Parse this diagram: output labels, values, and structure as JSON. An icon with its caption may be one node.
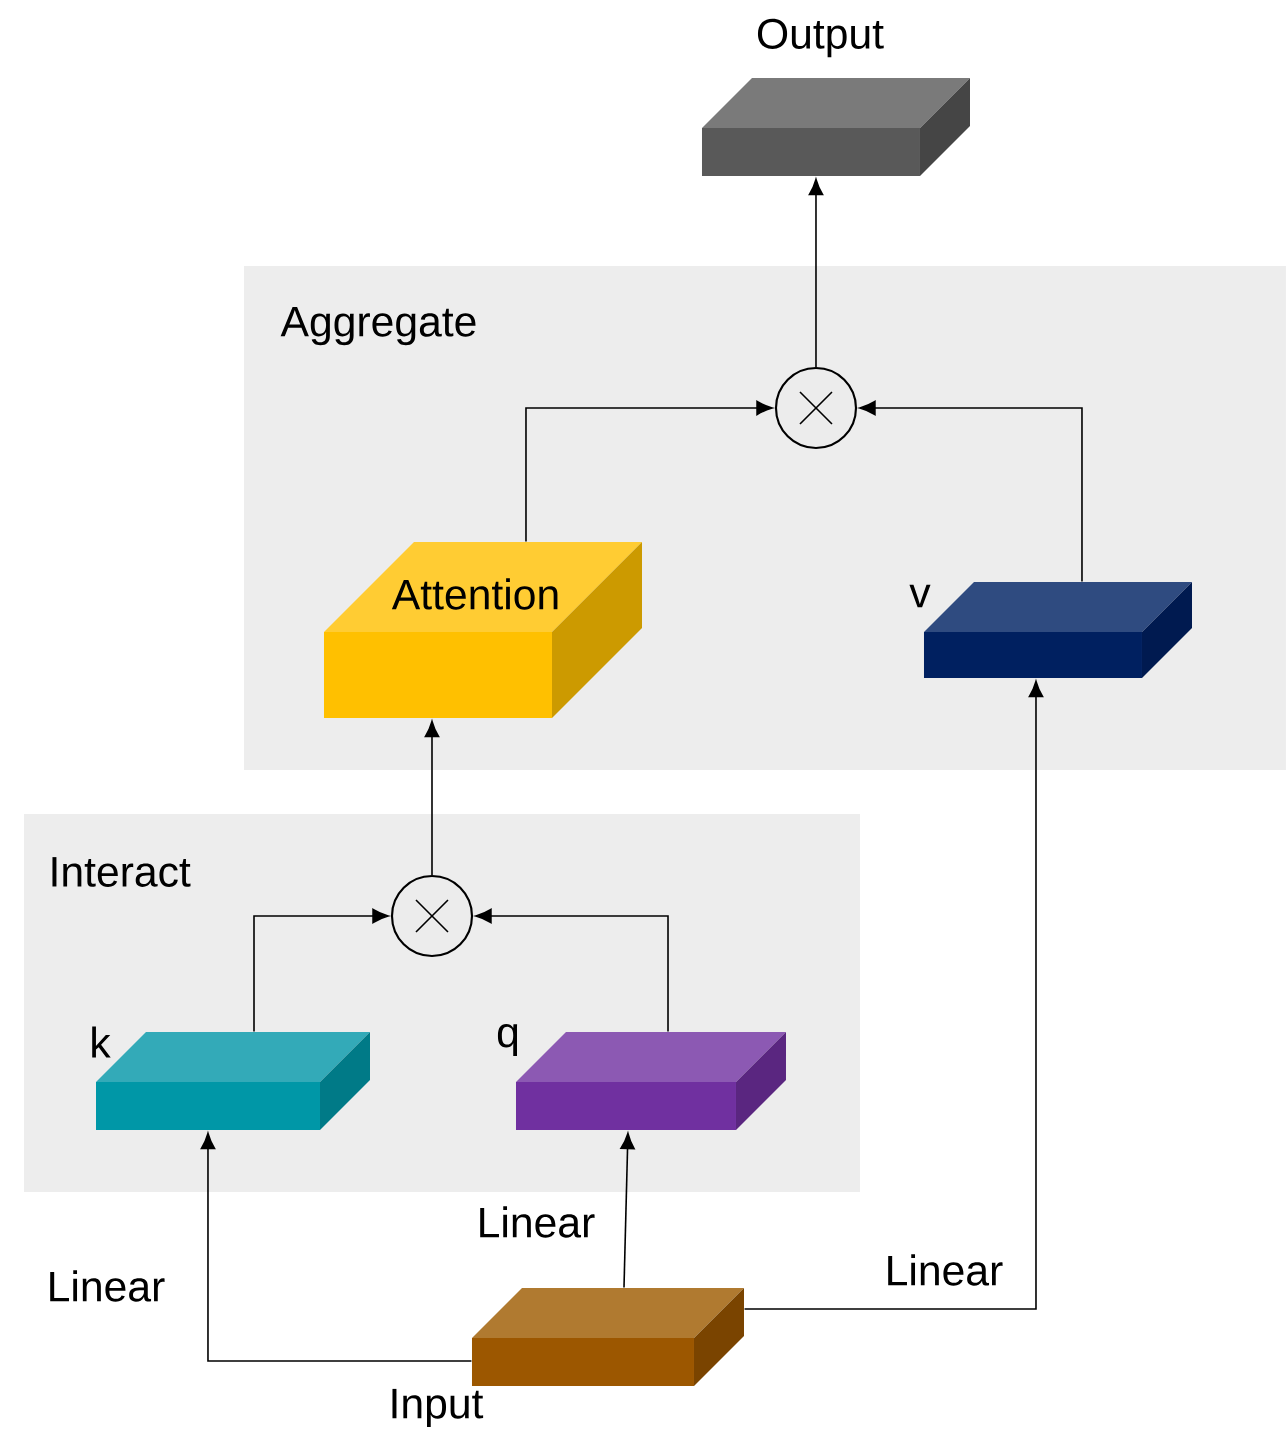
{
  "diagram": {
    "nodes": [
      {
        "text": [
          "Aggregate"
        ]
      },
      {
        "text": [
          "Output"
        ]
      },
      {
        "text": [],
        "shape": "circle",
        "in": 0
      },
      {
        "text": [
          "Attention"
        ],
        "in": 0
      },
      {
        "text": [
          "v"
        ],
        "in": 0
      },
      {
        "text": [
          "Interact"
        ]
      },
      {
        "text": [],
        "shape": "circle",
        "in": 5
      },
      {
        "text": [
          "k"
        ],
        "in": 5
      },
      {
        "text": [
          "q"
        ],
        "in": 5
      },
      {
        "text": [
          "Input"
        ]
      }
    ],
    "edges": [
      {
        "from": 2,
        "to": 1,
        "arrow": "to"
      },
      {
        "from": 3,
        "to": 2,
        "arrow": "to"
      },
      {
        "from": 4,
        "to": 2,
        "arrow": "to"
      },
      {
        "from": 6,
        "to": 3,
        "arrow": "to"
      },
      {
        "from": 7,
        "to": 6,
        "arrow": "to"
      },
      {
        "from": 8,
        "to": 6,
        "arrow": "to"
      },
      {
        "from": 9,
        "to": 7,
        "arrow": "to",
        "label": "Linear"
      },
      {
        "from": 9,
        "to": 8,
        "arrow": "to",
        "label": "Linear"
      },
      {
        "from": 9,
        "to": 4,
        "arrow": "to",
        "label": "Linear"
      }
    ]
  }
}
